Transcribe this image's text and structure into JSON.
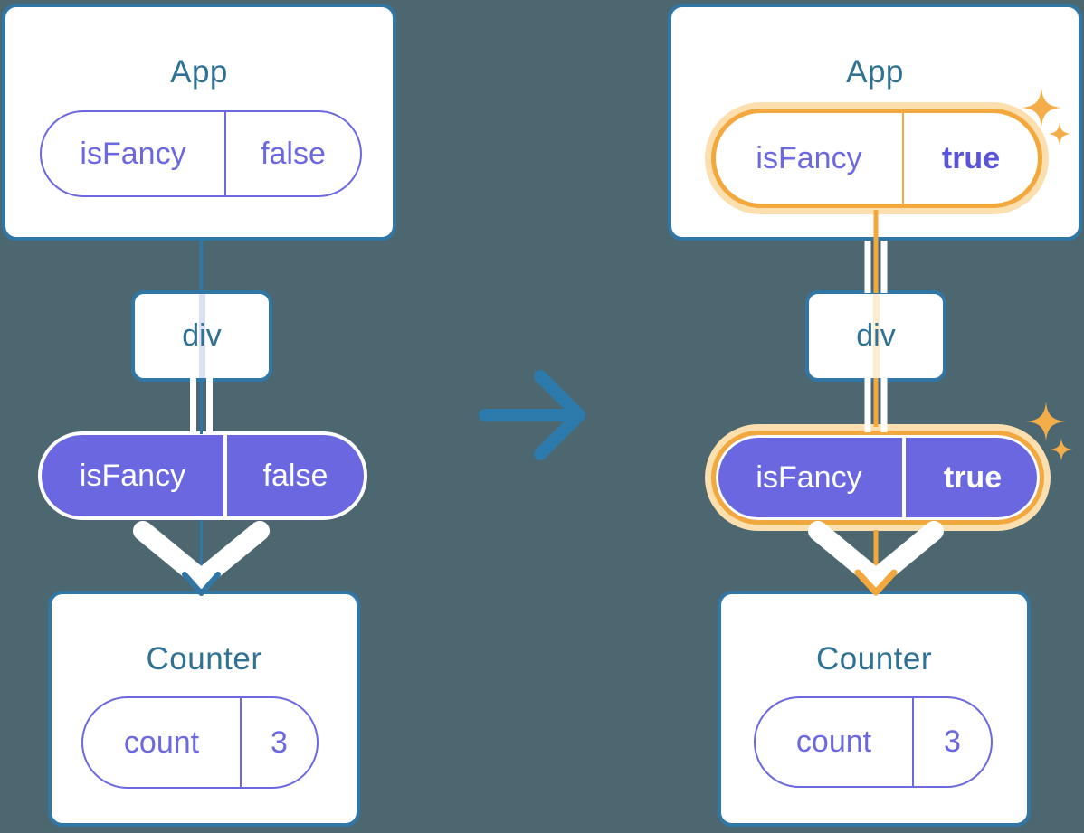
{
  "colors": {
    "background": "#4d6770",
    "card_border": "#3177a6",
    "component_title": "#2f7294",
    "purple": "#6c68e0",
    "purple_fill": "#6a67e0",
    "purple_bold_value": "#5a54da",
    "highlight_orange": "#f3a83d",
    "highlight_glow": "#fbdfae",
    "sparkle": "#f5ad49",
    "pass_line_before": "#dce1f6",
    "pass_line_after": "#fdeccf",
    "transition_arrow": "#2d7aad",
    "white": "#ffffff"
  },
  "before": {
    "app": {
      "title": "App",
      "state": {
        "key": "isFancy",
        "value": "false"
      }
    },
    "container": {
      "label": "div"
    },
    "prop": {
      "key": "isFancy",
      "value": "false"
    },
    "counter": {
      "title": "Counter",
      "state": {
        "key": "count",
        "value": "3"
      }
    }
  },
  "after": {
    "app": {
      "title": "App",
      "state": {
        "key": "isFancy",
        "value": "true"
      }
    },
    "container": {
      "label": "div"
    },
    "prop": {
      "key": "isFancy",
      "value": "true"
    },
    "counter": {
      "title": "Counter",
      "state": {
        "key": "count",
        "value": "3"
      }
    }
  },
  "icons": {
    "transition": "arrow-right-icon",
    "highlight": "sparkles-icon"
  }
}
